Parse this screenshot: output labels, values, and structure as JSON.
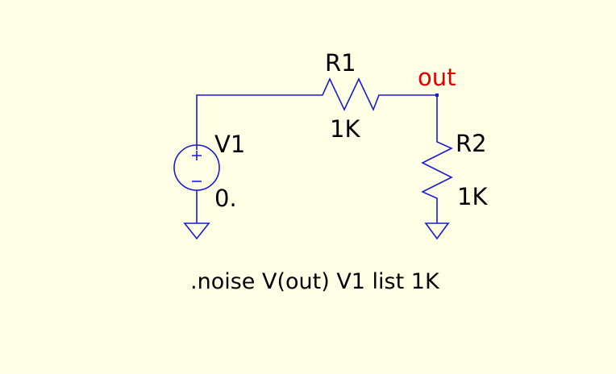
{
  "schematic": {
    "r1": {
      "ref": "R1",
      "value": "1K"
    },
    "r2": {
      "ref": "R2",
      "value": "1K"
    },
    "v1": {
      "ref": "V1",
      "value": "0."
    },
    "net_label": "out",
    "directive": ".noise V(out) V1 list 1K"
  },
  "colors": {
    "background": "#ffffe6",
    "wire": "#1a1ad6",
    "text": "#000000",
    "net_label": "#e00000"
  }
}
